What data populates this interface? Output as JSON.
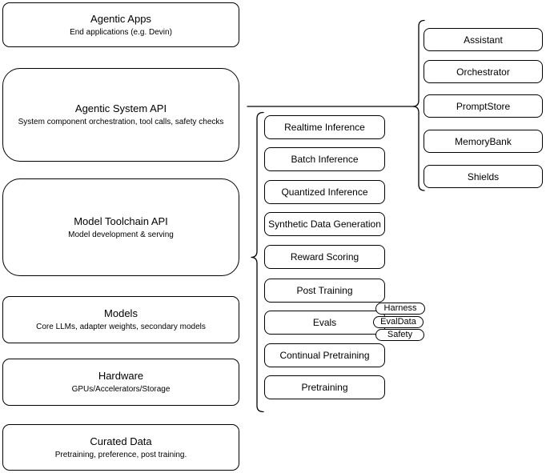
{
  "diagram": {
    "left_column": {
      "boxes": [
        {
          "title": "Agentic Apps",
          "subtitle": "End applications (e.g. Devin)"
        },
        {
          "title": "Agentic System API",
          "subtitle": "System component orchestration, tool calls, safety checks"
        },
        {
          "title": "Model Toolchain API",
          "subtitle": "Model development & serving"
        },
        {
          "title": "Models",
          "subtitle": "Core LLMs, adapter weights, secondary models"
        },
        {
          "title": "Hardware",
          "subtitle": "GPUs/Accelerators/Storage"
        },
        {
          "title": "Curated Data",
          "subtitle": "Pretraining, preference, post training."
        }
      ]
    },
    "toolchain_components": {
      "items": [
        "Realtime Inference",
        "Batch Inference",
        "Quantized Inference",
        "Synthetic Data Generation",
        "Reward Scoring",
        "Post Training",
        "Evals",
        "Continual Pretraining",
        "Pretraining"
      ],
      "eval_tags": [
        "Harness",
        "EvalData",
        "Safety"
      ]
    },
    "system_components": {
      "items": [
        "Assistant",
        "Orchestrator",
        "PromptStore",
        "MemoryBank",
        "Shields"
      ]
    },
    "colors": {
      "border": "#000000",
      "fill": "#ffffff",
      "text": "#000000",
      "background": "#ffffff"
    }
  }
}
